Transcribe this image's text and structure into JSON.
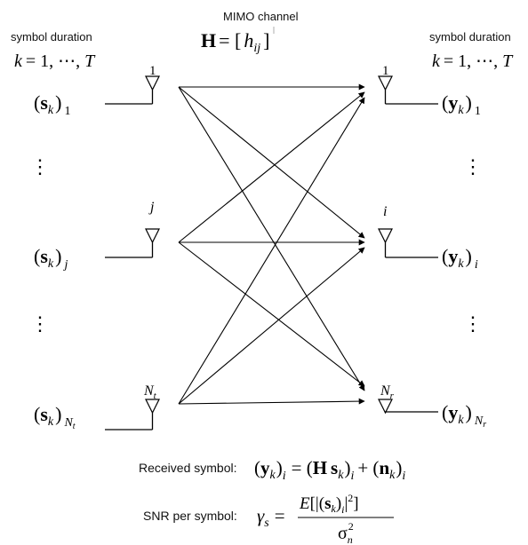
{
  "header": {
    "channel_title": "MIMO channel",
    "channel_matrix": "H",
    "channel_eq": "= [",
    "channel_entry": "h",
    "channel_entry_sub": "ij",
    "channel_close": "]",
    "left_caption": "symbol duration",
    "right_caption": "symbol duration",
    "duration_k": "k",
    "duration_range": "= 1, ⋯, ",
    "duration_T": "T"
  },
  "transmit": {
    "antennas": [
      {
        "label": "1",
        "symbol": "s",
        "subscript": "1"
      },
      {
        "label": "j",
        "symbol": "s",
        "subscript": "j"
      },
      {
        "label": "N",
        "label_sub": "t",
        "symbol": "s",
        "subscript": "N",
        "subscript_sub": "t"
      }
    ]
  },
  "receive": {
    "antennas": [
      {
        "label": "1",
        "symbol": "y",
        "subscript": "1"
      },
      {
        "label": "i",
        "symbol": "y",
        "subscript": "i"
      },
      {
        "label": "N",
        "label_sub": "r",
        "symbol": "y",
        "subscript": "N",
        "subscript_sub": "r"
      }
    ]
  },
  "ellipsis": "⋮",
  "equations": {
    "received_label": "Received symbol:",
    "snr_label": "SNR per symbol:",
    "gamma": "γ",
    "gamma_sub": "s",
    "E": "E",
    "sigma": "σ",
    "sigma_sub": "n",
    "exp2": "2",
    "n": "n",
    "H": "H",
    "k": "k",
    "i": "i",
    "s": "s",
    "y": "y"
  }
}
